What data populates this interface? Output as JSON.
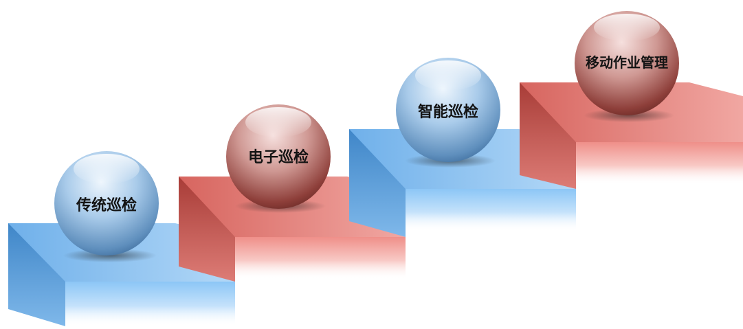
{
  "steps": [
    {
      "label": "传统巡检",
      "theme": "blue"
    },
    {
      "label": "电子巡检",
      "theme": "red"
    },
    {
      "label": "智能巡检",
      "theme": "blue"
    },
    {
      "label": "移动作业管理",
      "theme": "red"
    }
  ],
  "colors": {
    "blue_top": "#8ec4f2",
    "blue_front": "#9fd0fa",
    "blue_side": "#4a8fcd",
    "red_top": "#e98b86",
    "red_front": "#f3a5a0",
    "red_side": "#b34a45",
    "sphere_blue": "#6f9fc9",
    "sphere_blue_light": "#c9e2f7",
    "sphere_red": "#9a4c47",
    "sphere_red_light": "#e9bfbb"
  }
}
